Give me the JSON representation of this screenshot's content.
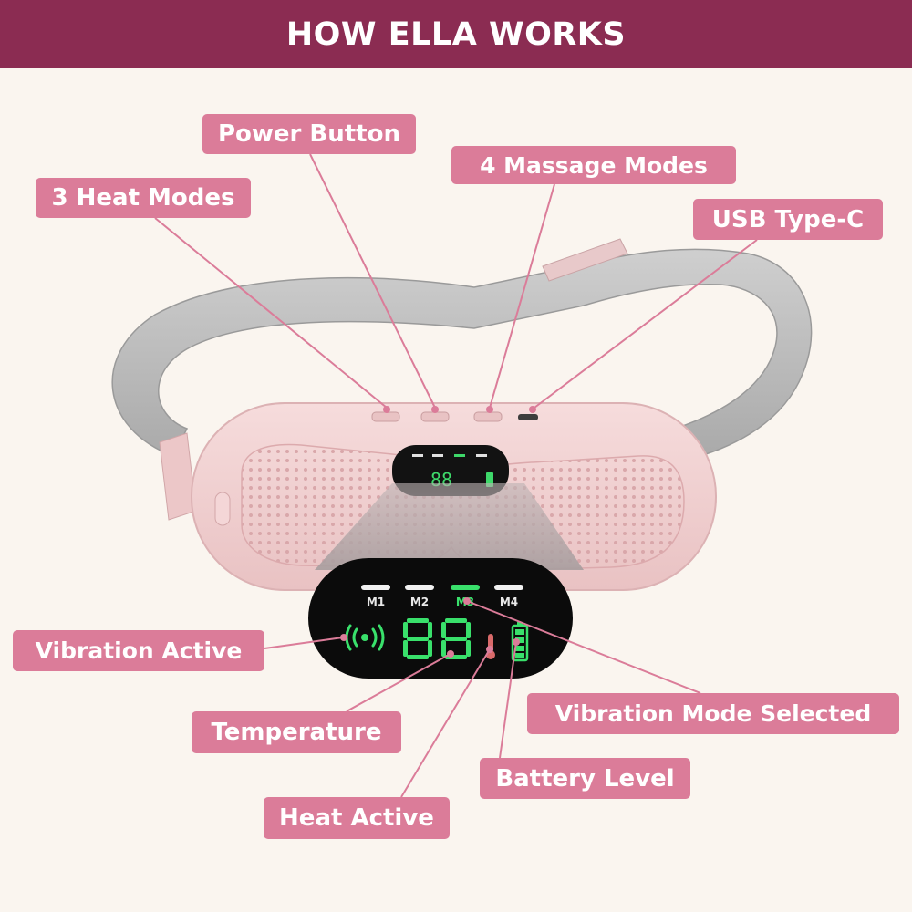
{
  "header": {
    "title": "HOW ELLA WORKS"
  },
  "callouts": {
    "power_button": "Power Button",
    "massage_modes": "4 Massage Modes",
    "heat_modes": "3 Heat Modes",
    "usb": "USB Type-C",
    "vibration_active": "Vibration Active",
    "temperature": "Temperature",
    "vibration_mode_selected": "Vibration Mode Selected",
    "battery_level": "Battery Level",
    "heat_active": "Heat Active"
  },
  "display": {
    "modes": [
      "M1",
      "M2",
      "M3",
      "M4"
    ],
    "selected_mode": "M3",
    "digits": "88"
  },
  "colors": {
    "header": "#8b2c52",
    "label": "#db7c99",
    "background": "#faf5ef",
    "device_pink": "#f0cfcf",
    "strap": "#b9b9b9",
    "screen": "#111111",
    "led_green": "#39e06b"
  },
  "icons": [
    "vibration-icon",
    "thermometer-icon",
    "battery-icon"
  ]
}
